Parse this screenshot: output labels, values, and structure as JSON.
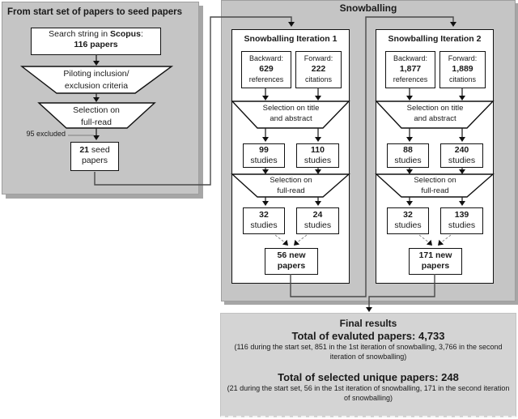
{
  "colors": {
    "panel_gray": "#c5c5c5",
    "results_gray": "#d4d4d4",
    "box_border": "#111111",
    "connector": "#4a4a4a",
    "shadow": "#a6a6a6"
  },
  "left_panel": {
    "title": "From start set of papers to seed papers",
    "search_box": {
      "pre": "Search string in ",
      "source": "Scopus",
      "post": ":",
      "count_line": "116 papers"
    },
    "funnel_pilot": {
      "line1": "Piloting inclusion/",
      "line2": "exclusion criteria"
    },
    "funnel_fullread": {
      "line1": "Selection on",
      "line2": "full-read"
    },
    "excluded_note": "95 excluded",
    "seed_box": {
      "count": "21",
      "rest": " seed",
      "line2": "papers"
    }
  },
  "snowballing": {
    "title": "Snowballing",
    "iteration1": {
      "title": "Snowballing Iteration 1",
      "backward": {
        "label": "Backward:",
        "count": "629",
        "unit": "references"
      },
      "forward": {
        "label": "Forward:",
        "count": "222",
        "unit": "citations"
      },
      "funnel_title_abstract": {
        "line1": "Selection on title",
        "line2": "and abstract"
      },
      "title_abstract_backward": {
        "count": "99",
        "unit": "studies"
      },
      "title_abstract_forward": {
        "count": "110",
        "unit": "studies"
      },
      "funnel_fullread": {
        "line1": "Selection on",
        "line2": "full-read"
      },
      "fullread_backward": {
        "count": "32",
        "unit": "studies"
      },
      "fullread_forward": {
        "count": "24",
        "unit": "studies"
      },
      "new_papers": {
        "line1": "56 new",
        "line2": "papers"
      }
    },
    "iteration2": {
      "title": "Snowballing Iteration 2",
      "backward": {
        "label": "Backward:",
        "count": "1,877",
        "unit": "references"
      },
      "forward": {
        "label": "Forward:",
        "count": "1,889",
        "unit": "citations"
      },
      "funnel_title_abstract": {
        "line1": "Selection on title",
        "line2": "and abstract"
      },
      "title_abstract_backward": {
        "count": "88",
        "unit": "studies"
      },
      "title_abstract_forward": {
        "count": "240",
        "unit": "studies"
      },
      "funnel_fullread": {
        "line1": "Selection on",
        "line2": "full-read"
      },
      "fullread_backward": {
        "count": "32",
        "unit": "studies"
      },
      "fullread_forward": {
        "count": "139",
        "unit": "studies"
      },
      "new_papers": {
        "line1": "171 new",
        "line2": "papers"
      }
    }
  },
  "final_results": {
    "title": "Final results",
    "evaluated_total": "Total of evaluted papers: 4,733",
    "evaluated_breakdown": "(116 during the start set, 851 in the 1st iteration of snowballing, 3,766 in the second iteration of snowballing)",
    "selected_total": "Total of selected unique papers: 248",
    "selected_breakdown": "(21 during the start set, 56 in the 1st iteration of snowballing, 171 in the second iteration of snowballing)"
  }
}
